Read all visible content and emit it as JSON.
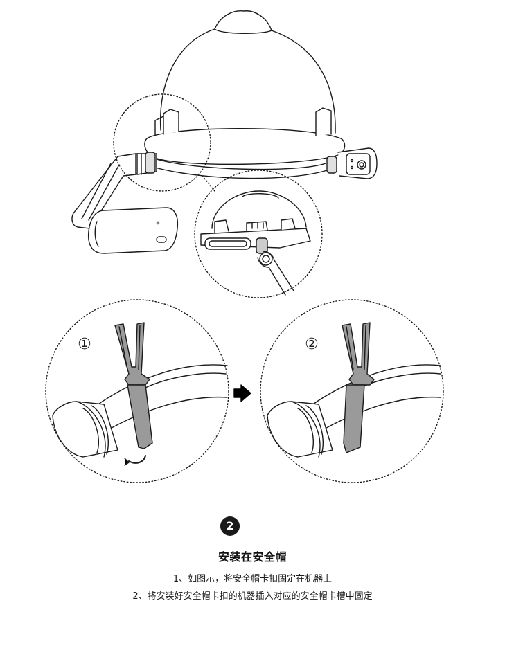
{
  "step": {
    "number": "2",
    "title": "安装在安全帽"
  },
  "instructions": [
    "1、如图示，将安全帽卡扣固定在机器上",
    "2、将安装好安全帽卡扣的机器插入对应的安全帽卡槽中固定"
  ],
  "figure": {
    "step_marker_1": "①",
    "step_marker_2": "②",
    "colors": {
      "line": "#1a1a1a",
      "clip_fill": "#9a9a9a",
      "body_fill": "#ffffff",
      "arrow": "#000000"
    }
  }
}
